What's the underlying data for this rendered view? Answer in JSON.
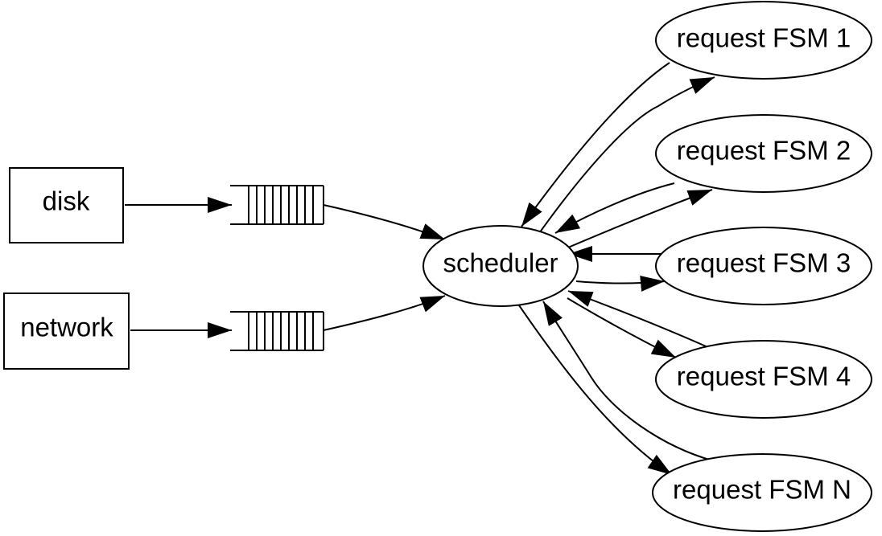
{
  "nodes": {
    "disk": "disk",
    "network": "network",
    "scheduler": "scheduler",
    "fsm1": "request FSM 1",
    "fsm2": "request FSM 2",
    "fsm3": "request FSM 3",
    "fsm4": "request FSM 4",
    "fsmN": "request FSM N"
  }
}
